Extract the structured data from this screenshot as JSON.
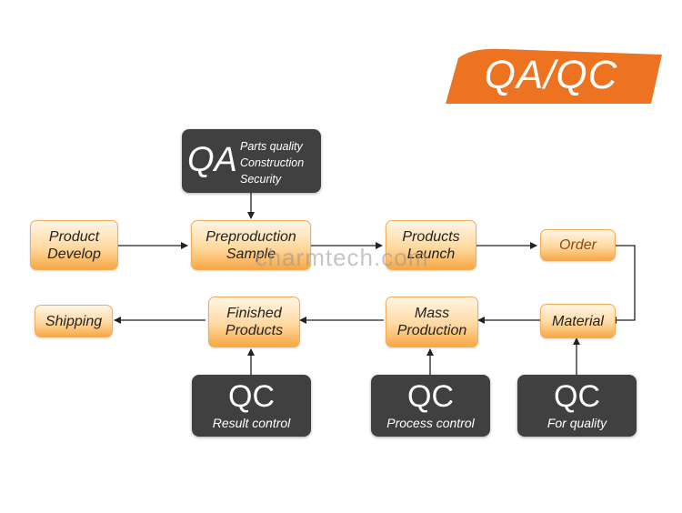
{
  "banner": {
    "label": "QA/QC",
    "color": "#ee7320"
  },
  "watermark": "charmtech.com",
  "qa_box": {
    "title": "QA",
    "items": [
      "Parts quality",
      "Construction",
      "Security"
    ]
  },
  "process": {
    "product_develop": [
      "Product",
      "Develop"
    ],
    "preproduction_sample": [
      "Preproduction",
      "Sample"
    ],
    "products_launch": [
      "Products",
      "Launch"
    ],
    "order": [
      "Order"
    ],
    "material": [
      "Material"
    ],
    "mass_production": [
      "Mass",
      "Production"
    ],
    "finished_products": [
      "Finished",
      "Products"
    ],
    "shipping": [
      "Shipping"
    ]
  },
  "qc_boxes": {
    "result": {
      "title": "QC",
      "subtitle": "Result control"
    },
    "process": {
      "title": "QC",
      "subtitle": "Process control"
    },
    "quality": {
      "title": "QC",
      "subtitle": "For quality"
    }
  },
  "colors": {
    "orange_box_edge": "#f7a744",
    "dark_box": "#404040",
    "arrow": "#222222"
  }
}
